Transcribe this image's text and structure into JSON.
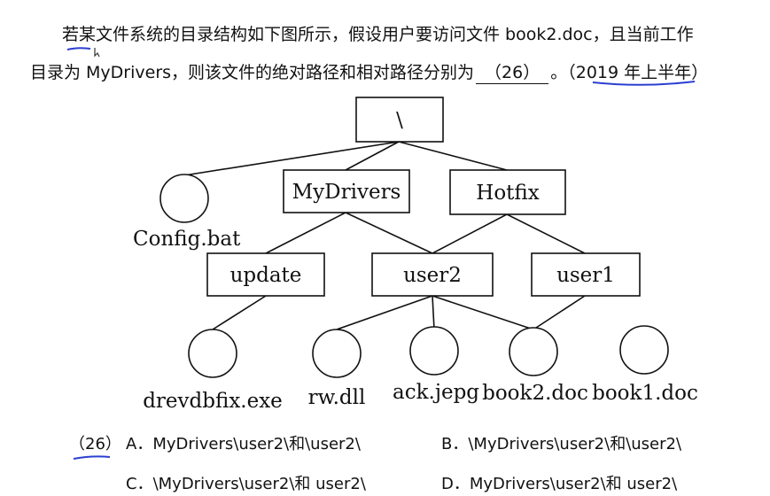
{
  "question": {
    "line1_text": "若某文件系统的目录结构如下图所示，假设用户要访问文件 book2.doc，且当前工作",
    "line2_prefix": "目录为 MyDrivers，则该文件的绝对路径和相对路径分别为",
    "blank_number": "（26）",
    "line2_suffix": "。",
    "source_tag": "（2019 年上半年）"
  },
  "tree": {
    "root": "\\",
    "level1": [
      "MyDrivers",
      "Hotfix"
    ],
    "root_file": "Config.bat",
    "level2": [
      "update",
      "user2",
      "user1"
    ],
    "files": [
      "drevdbfix.exe",
      "rw.dll",
      "ack.jepg",
      "book2.doc",
      "book1.doc"
    ]
  },
  "options": {
    "number": "（26）",
    "A": "A．MyDrivers\\user2\\和\\user2\\",
    "B": "B．\\MyDrivers\\user2\\和\\user2\\",
    "C": "C．\\MyDrivers\\user2\\和 user2\\",
    "D": "D．MyDrivers\\user2\\和 user2\\"
  },
  "colors": {
    "annotation_ink": "#2b3fd1"
  }
}
